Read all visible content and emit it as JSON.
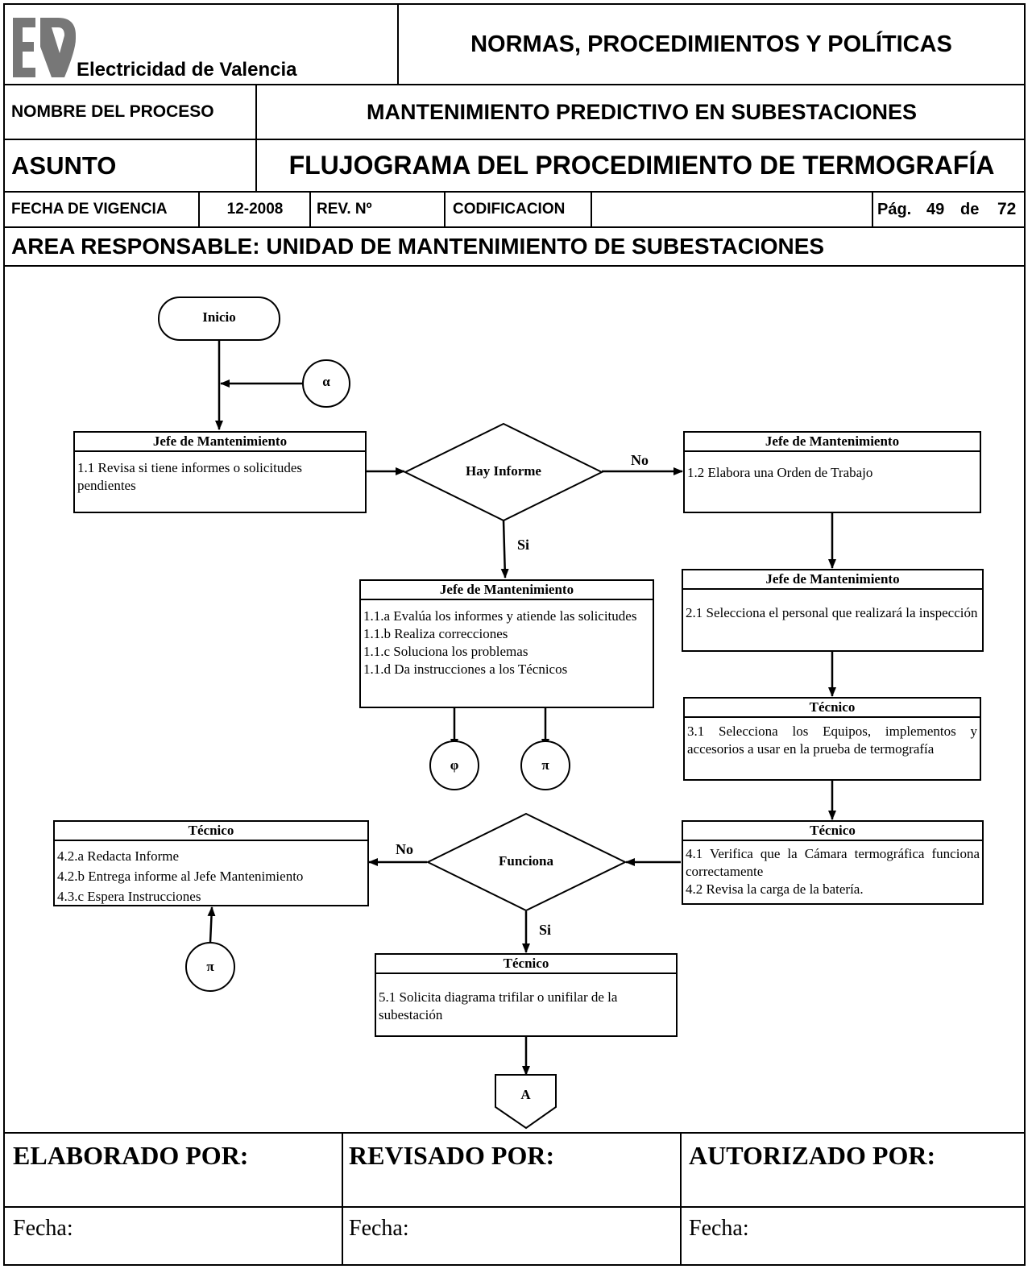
{
  "header": {
    "logo_text": "EV",
    "company": "Electricidad de Valencia",
    "doc_title": "NORMAS, PROCEDIMIENTOS Y POLÍTICAS",
    "process_label": "NOMBRE DEL PROCESO",
    "process_value": "MANTENIMIENTO PREDICTIVO EN SUBESTACIONES",
    "subject_label": "ASUNTO",
    "subject_value": "FLUJOGRAMA DEL PROCEDIMIENTO DE TERMOGRAFÍA",
    "date_label": "FECHA DE VIGENCIA",
    "date_value": "12-2008",
    "rev_label": "REV. Nº",
    "code_label": "CODIFICACION",
    "page_label": "Pág.",
    "page_num": "49",
    "page_de": "de",
    "page_total": "72",
    "area": "AREA RESPONSABLE: UNIDAD DE MANTENIMIENTO DE SUBESTACIONES"
  },
  "flow": {
    "start": "Inicio",
    "connector_alpha": "α",
    "box_1_1": {
      "title": "Jefe de Mantenimiento",
      "lines": [
        "1.1  Revisa si tiene informes o solicitudes pendientes"
      ]
    },
    "decision_1": "Hay Informe",
    "no_1": "No",
    "si_1": "Si",
    "box_1_2": {
      "title": "Jefe de Mantenimiento",
      "lines": [
        "1.2  Elabora una Orden de Trabajo"
      ]
    },
    "box_1_1a": {
      "title": "Jefe de Mantenimiento",
      "lines": [
        "1.1.a Evalúa los informes y atiende las solicitudes",
        "1.1.b Realiza correcciones",
        "1.1.c Soluciona los problemas",
        "1.1.d Da instrucciones a los Técnicos"
      ]
    },
    "connector_phi": "φ",
    "connector_pi_1": "π",
    "box_2_1": {
      "title": "Jefe de Mantenimiento",
      "lines": [
        "2.1 Selecciona el personal que realizará la inspección"
      ]
    },
    "box_3_1": {
      "title": "Técnico",
      "lines": [
        "3.1 Selecciona los Equipos, implementos y accesorios a usar en la prueba de termografía"
      ]
    },
    "box_4_1": {
      "title": "Técnico",
      "lines": [
        "4.1 Verifica que la Cámara termográfica funciona correctamente",
        "4.2 Revisa la carga de la batería."
      ]
    },
    "decision_2": "Funciona",
    "no_2": "No",
    "si_2": "Si",
    "box_4_2": {
      "title": "Técnico",
      "lines": [
        "4.2.a Redacta Informe",
        "4.2.b Entrega informe al Jefe Mantenimiento",
        "4.3.c Espera Instrucciones"
      ]
    },
    "connector_pi_2": "π",
    "box_5_1": {
      "title": "Técnico",
      "lines": [
        "5.1 Solicita diagrama trifilar o unifilar de la subestación"
      ]
    },
    "offpage": "A"
  },
  "footer": {
    "elaborado": "ELABORADO POR:",
    "revisado": "REVISADO POR:",
    "autorizado": "AUTORIZADO POR:",
    "fecha": "Fecha:"
  }
}
